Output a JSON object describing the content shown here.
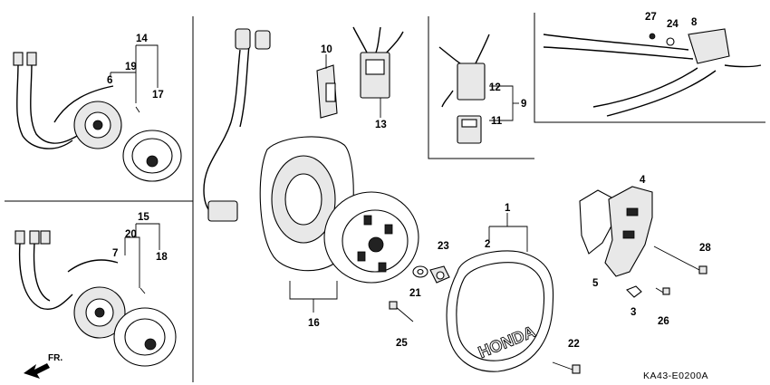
{
  "labels": {
    "l1": "1",
    "l2": "2",
    "l3": "3",
    "l4": "4",
    "l5": "5",
    "l8": "8",
    "l9": "9",
    "l10": "10",
    "l11": "11",
    "l12": "12",
    "l13": "13",
    "l14": "14",
    "l15": "15",
    "l16": "16",
    "l17": "17",
    "l18": "18",
    "l19": "19",
    "l20": "20",
    "l21": "21",
    "l22": "22",
    "l23": "23",
    "l24": "24",
    "l25": "25",
    "l26": "26",
    "l27": "27",
    "l28": "28",
    "l6": "6",
    "l7": "7"
  },
  "cover_logo": "HONDA",
  "direction_label": "FR.",
  "diagram_code": "KA43-E0200A"
}
